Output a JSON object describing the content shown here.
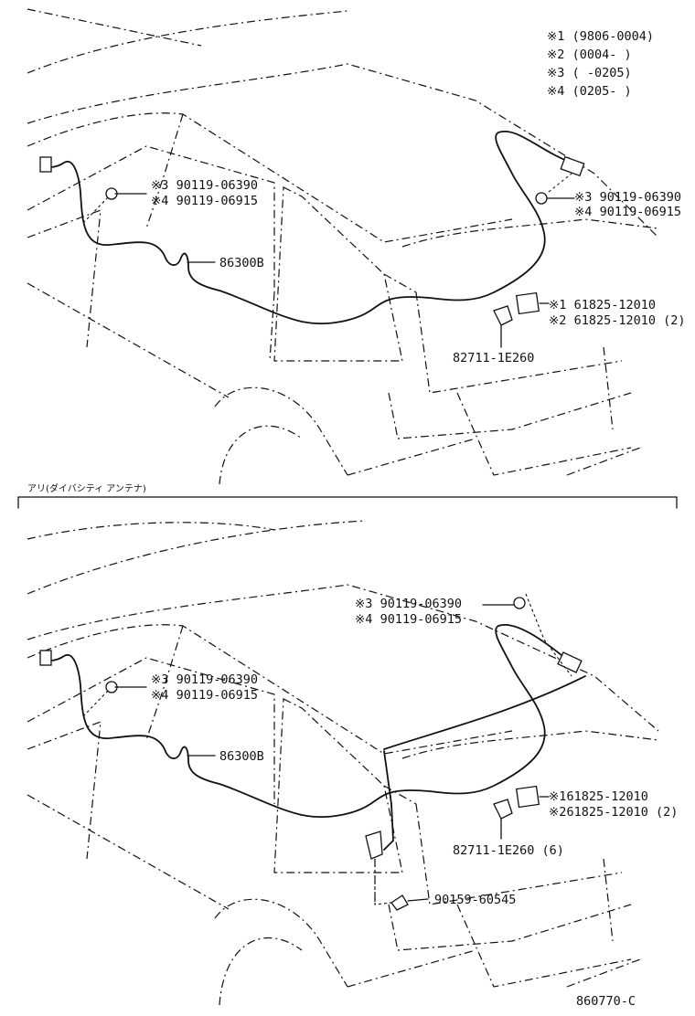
{
  "legend": {
    "row1": "※1 (9806-0004)",
    "row2": "※2 (0004-     )",
    "row3": "※3 (     -0205)",
    "row4": "※4 (0205-     )"
  },
  "top_view": {
    "bolt_left_3": "※3 90119-06390",
    "bolt_left_4": "※4 90119-06915",
    "cable": "86300B",
    "bolt_right_3": "※3 90119-06390",
    "bolt_right_4": "※4 90119-06915",
    "label_1": "※1 61825-12010",
    "label_2": "※2 61825-12010 (2)",
    "clip": "82711-1E260"
  },
  "section_caption": "アリ(ダイバシティ アンテナ)",
  "bottom_view": {
    "bolt_top_3": "※3 90119-06390",
    "bolt_top_4": "※4 90119-06915",
    "bolt_left_3": "※3 90119-06390",
    "bolt_left_4": "※4 90119-06915",
    "cable": "86300B",
    "label_1": "※161825-12010",
    "label_2": "※261825-12010 (2)",
    "clip": "82711-1E260 (6)",
    "screw": "90159-60545"
  },
  "figure_id": "860770-C"
}
